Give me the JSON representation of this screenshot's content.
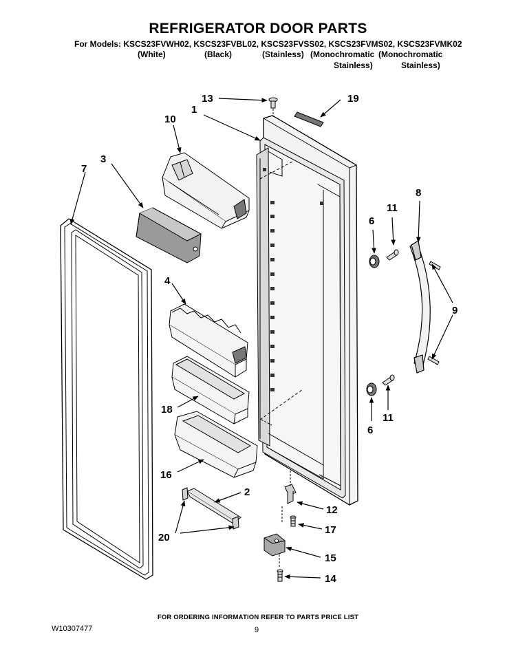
{
  "title": "REFRIGERATOR DOOR PARTS",
  "models_line": "For Models: KSCS23FVWH02, KSCS23FVBL02, KSCS23FVSS02, KSCS23FVMS02, KSCS23FVMK02",
  "variants": {
    "white": "(White)",
    "black": "(Black)",
    "stainless": "(Stainless)",
    "mono1_a": "(Monochromatic",
    "mono1_b": "Stainless)",
    "mono2_a": "(Monochromatic",
    "mono2_b": "Stainless)"
  },
  "callouts": {
    "c1": "1",
    "c2": "2",
    "c3": "3",
    "c4": "4",
    "c6a": "6",
    "c6b": "6",
    "c7": "7",
    "c8": "8",
    "c9": "9",
    "c10": "10",
    "c11a": "11",
    "c11b": "11",
    "c12": "12",
    "c13": "13",
    "c14": "14",
    "c15": "15",
    "c16": "16",
    "c17": "17",
    "c18": "18",
    "c19": "19",
    "c20": "20"
  },
  "footer_note": "FOR ORDERING INFORMATION REFER TO PARTS PRICE LIST",
  "doc_number": "W10307477",
  "page_number": "9"
}
